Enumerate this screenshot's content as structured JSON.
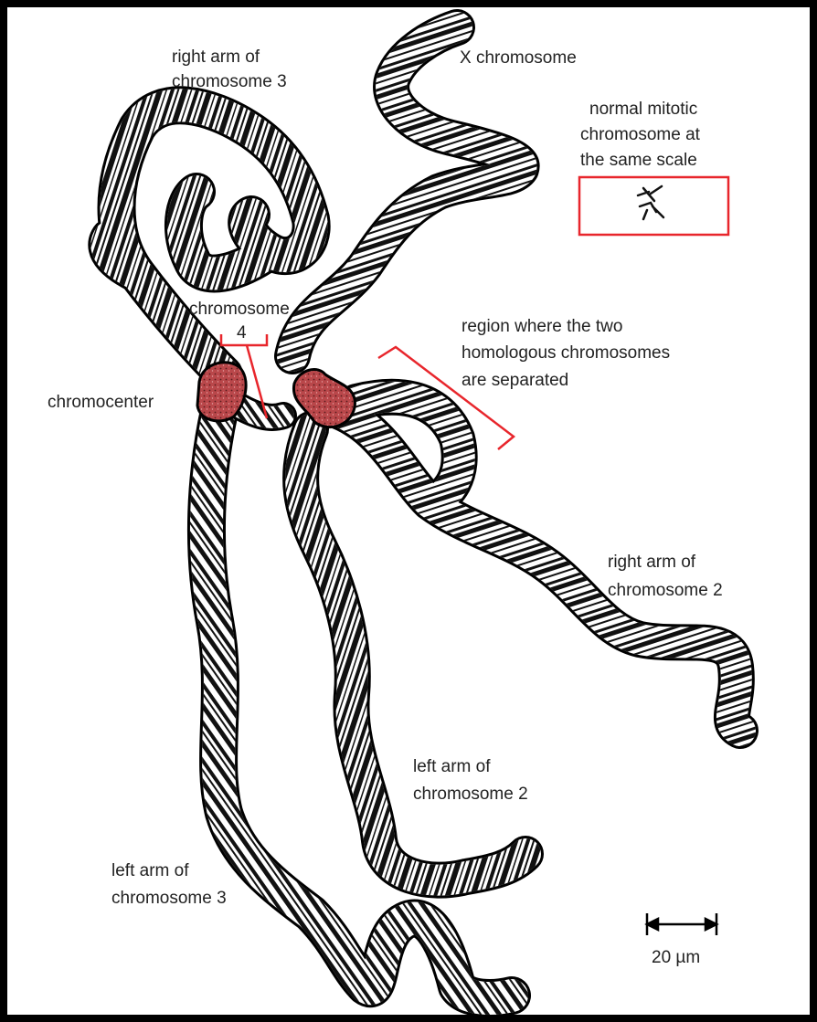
{
  "labels": {
    "right_arm_3_line1": "right arm of",
    "right_arm_3_line2": "chromosome 3",
    "x_chromosome": "X chromosome",
    "mitotic_line1": "normal mitotic",
    "mitotic_line2": "chromosome at",
    "mitotic_line3": "the same scale",
    "chromosome4_line1": "chromosome",
    "chromosome4_line2": "4",
    "region_line1": "region where the two",
    "region_line2": "homologous chromosomes",
    "region_line3": "are separated",
    "chromocenter": "chromocenter",
    "right_arm_2_line1": "right arm of",
    "right_arm_2_line2": "chromosome 2",
    "left_arm_2_line1": "left arm of",
    "left_arm_2_line2": "chromosome 2",
    "left_arm_3_line1": "left arm of",
    "left_arm_3_line2": "chromosome 3",
    "scale_bar": "20 µm"
  },
  "colors": {
    "frame": "#000000",
    "highlight": "#e8262c",
    "chromocenter_fill": "#b9474a",
    "chromosome_band": "#111111",
    "chromosome_body": "#ffffff"
  }
}
